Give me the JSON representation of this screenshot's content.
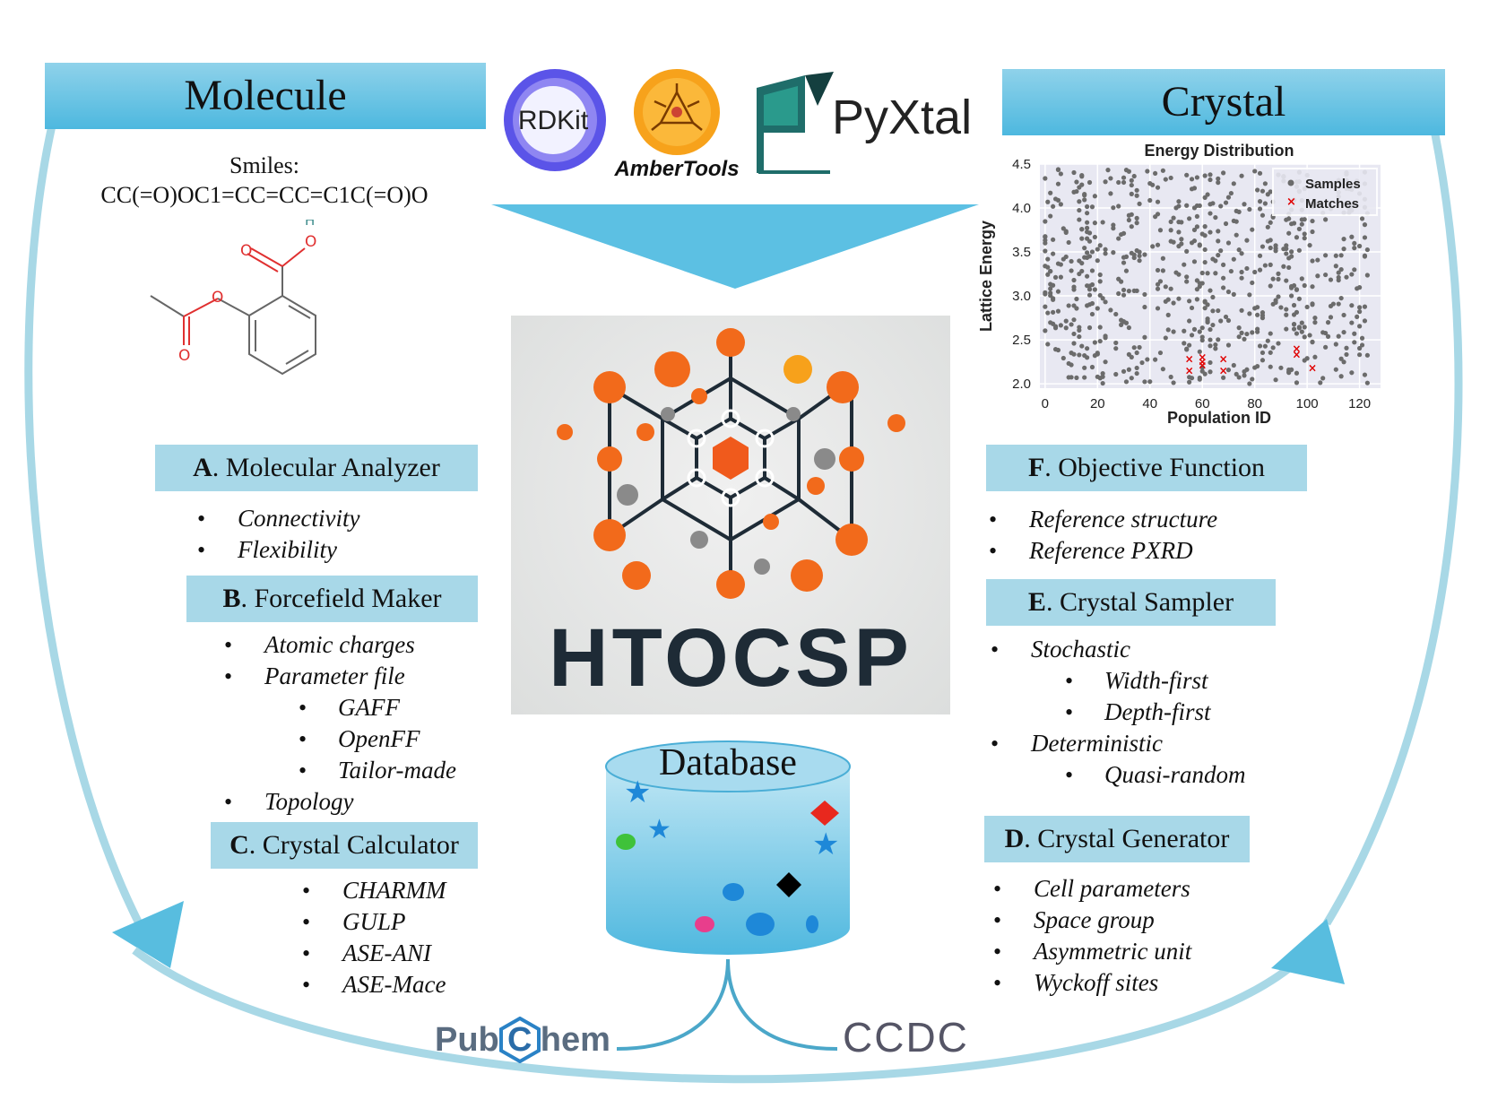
{
  "molecule": {
    "title": "Molecule",
    "smiles_label": "Smiles:",
    "smiles": "CC(=O)OC1=CC=CC=C1C(=O)O",
    "atom_labels": {
      "o_top": "O",
      "h_top": "H",
      "o_hydroxyl": "O",
      "o_ester": "O",
      "o_bottom": "O"
    }
  },
  "crystal": {
    "title": "Crystal"
  },
  "tools": {
    "rdkit": "RDKit",
    "ambertools": "AmberTools",
    "pyxtal": "PyXtal"
  },
  "center": {
    "title": "HTOCSP"
  },
  "database": {
    "label": "Database"
  },
  "sources": {
    "pubchem_left": "Pub",
    "pubchem_c": "C",
    "pubchem_right": "hem",
    "ccdc": "CCDC"
  },
  "sections": {
    "a": {
      "letter": "A",
      "title": ". Molecular Analyzer",
      "items": [
        "Connectivity",
        "Flexibility"
      ]
    },
    "b": {
      "letter": "B",
      "title": ". Forcefield Maker",
      "items": [
        "Atomic charges",
        "Parameter file",
        "GAFF",
        "OpenFF",
        "Tailor-made",
        "Topology"
      ]
    },
    "c": {
      "letter": "C",
      "title": ". Crystal Calculator",
      "items": [
        "CHARMM",
        "GULP",
        "ASE-ANI",
        "ASE-Mace"
      ]
    },
    "d": {
      "letter": "D",
      "title": ". Crystal Generator",
      "items": [
        "Cell parameters",
        "Space group",
        "Asymmetric unit",
        "Wyckoff sites"
      ]
    },
    "e": {
      "letter": "E",
      "title": ". Crystal Sampler",
      "items": [
        "Stochastic",
        "Width-first",
        "Depth-first",
        "Deterministic",
        "Quasi-random"
      ]
    },
    "f": {
      "letter": "F",
      "title": ". Objective Function",
      "items": [
        "Reference structure",
        "Reference PXRD"
      ]
    }
  },
  "colors": {
    "banner": "#4db8df",
    "section_bg": "#a8d8e8",
    "arrow": "#a8d8e6",
    "scatter_bg": "#e8e8f2"
  },
  "chart_data": {
    "type": "scatter",
    "title": "Energy Distribution",
    "xlabel": "Population ID",
    "ylabel": "Lattice Energy",
    "xlim": [
      -2,
      128
    ],
    "ylim": [
      1.95,
      4.5
    ],
    "xticks": [
      "0",
      "20",
      "40",
      "60",
      "80",
      "100",
      "120"
    ],
    "yticks": [
      "2.0",
      "2.5",
      "3.0",
      "3.5",
      "4.0",
      "4.5"
    ],
    "grid": true,
    "legend": "top-right",
    "series": [
      {
        "name": "Samples",
        "color": "#6b6b6b",
        "marker": "circle",
        "count": 700
      },
      {
        "name": "Matches",
        "color": "#e00000",
        "marker": "x",
        "points": [
          [
            55,
            2.28
          ],
          [
            55,
            2.15
          ],
          [
            60,
            2.3
          ],
          [
            60,
            2.25
          ],
          [
            60,
            2.21
          ],
          [
            68,
            2.28
          ],
          [
            68,
            2.15
          ],
          [
            96,
            2.4
          ],
          [
            96,
            2.33
          ],
          [
            102,
            2.18
          ]
        ]
      }
    ]
  }
}
